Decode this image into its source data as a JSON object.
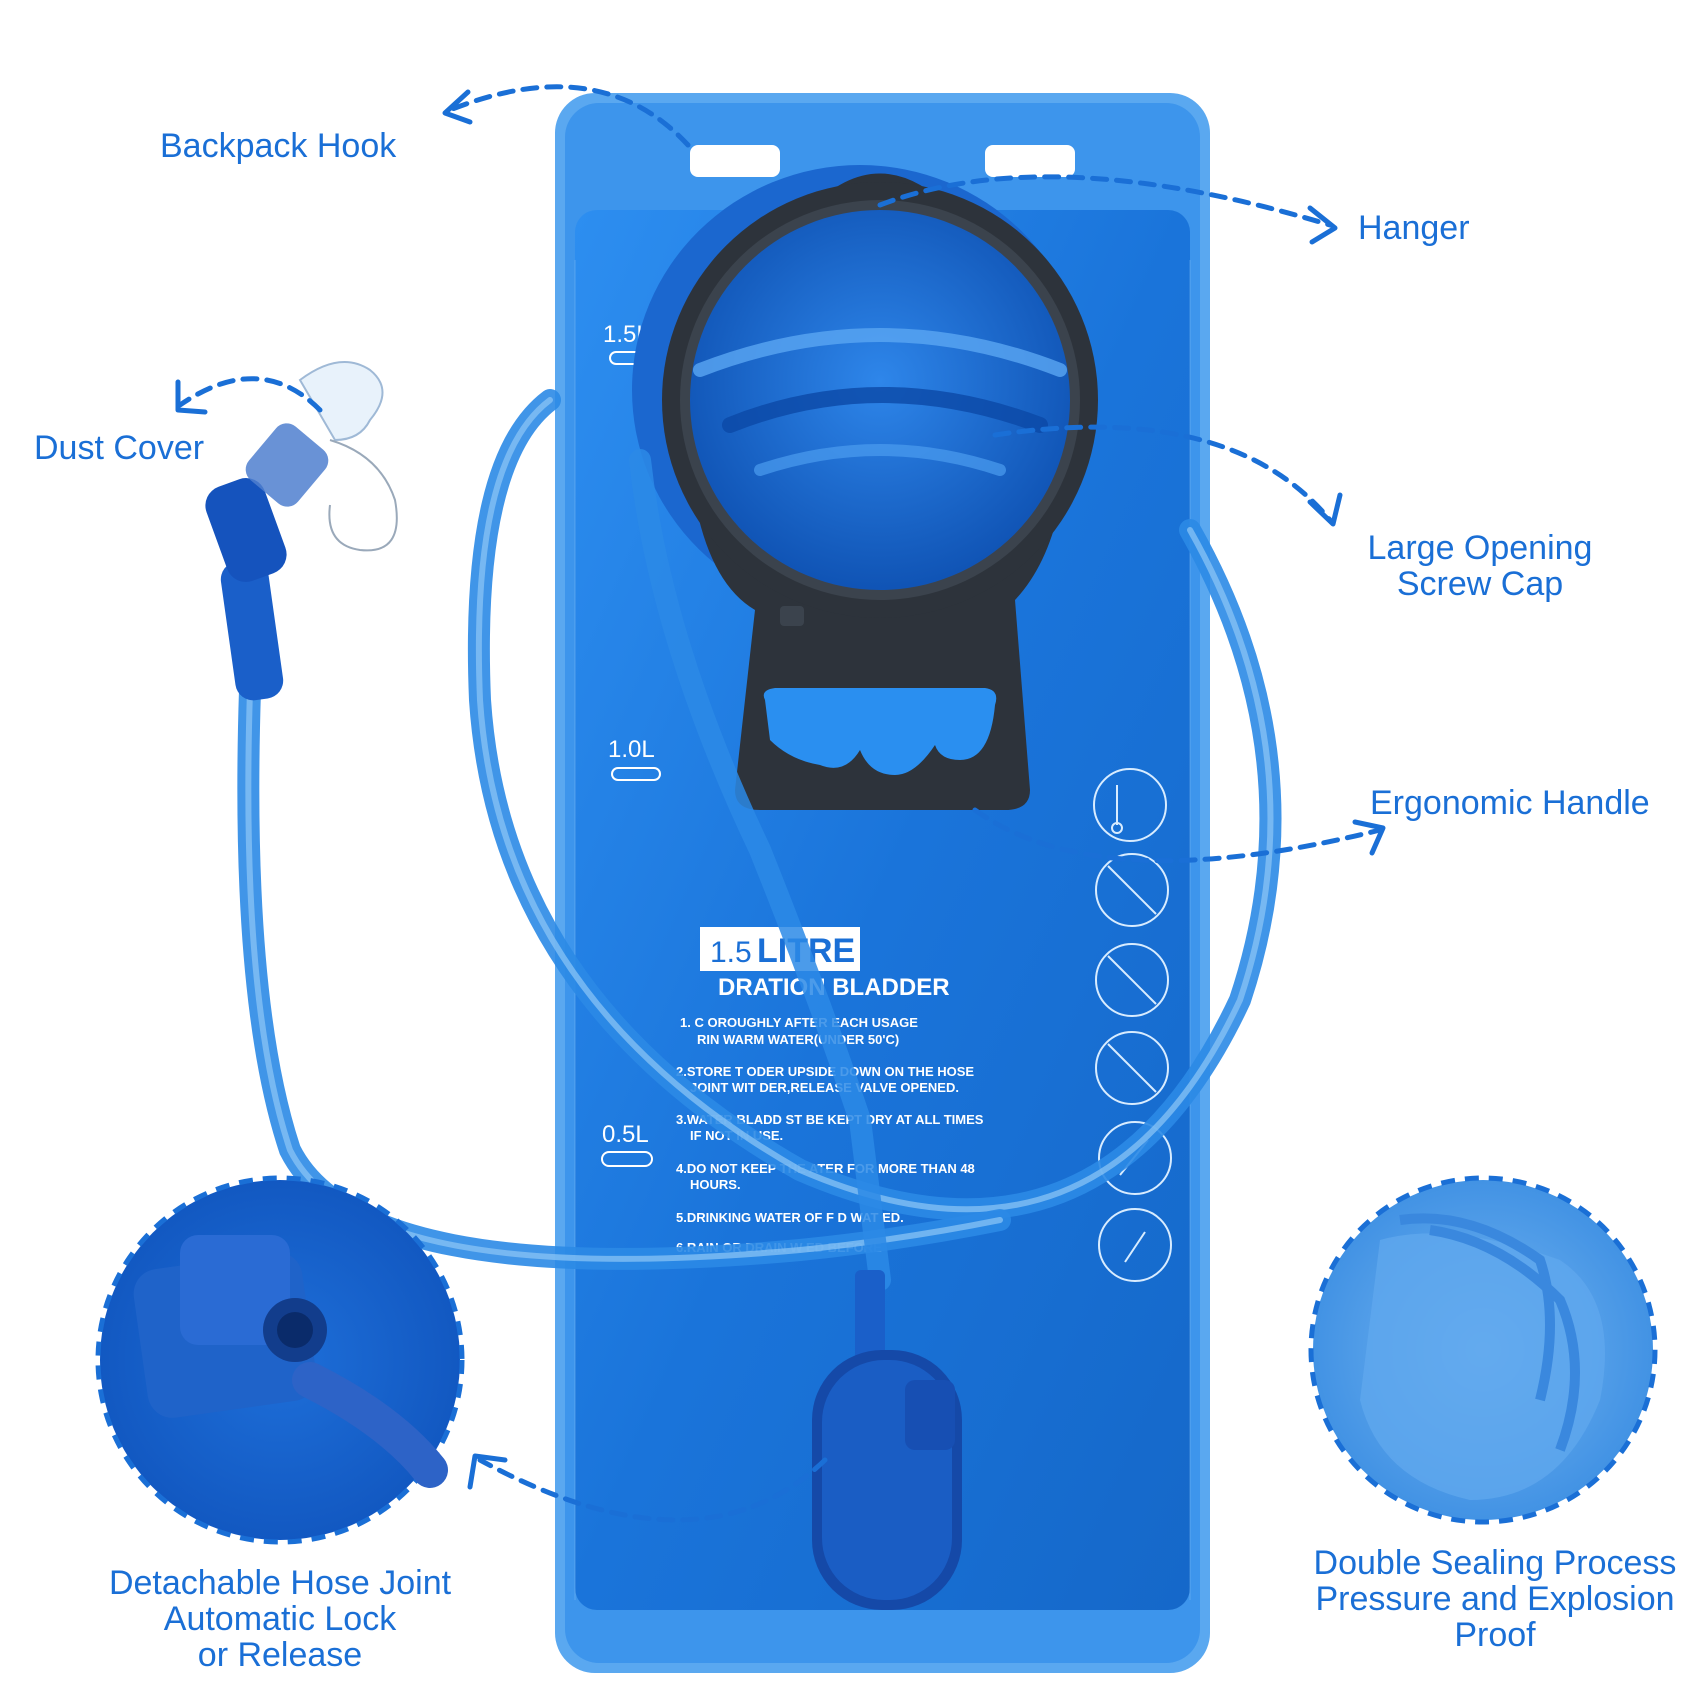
{
  "labels": {
    "backpack_hook": "Backpack Hook",
    "hanger": "Hanger",
    "dust_cover": "Dust Cover",
    "screw_cap": [
      "Large Opening",
      "Screw Cap"
    ],
    "handle": "Ergonomic Handle",
    "hose_joint": [
      "Detachable Hose Joint",
      "Automatic Lock",
      "or Release"
    ],
    "sealing": [
      "Double Sealing Process",
      "Pressure and Explosion",
      "Proof"
    ]
  },
  "bladder": {
    "capacity_number": "1.5",
    "capacity_unit": "LITRE",
    "title": "DRATION BLADDER",
    "marks": [
      "1.5L",
      "1.0L",
      "0.5L"
    ],
    "instructions": [
      [
        "1. C       OROUGHLY AFTER EACH USAGE",
        "RIN        WARM WATER(UNDER 50'C)"
      ],
      [
        "2.STORE T      ODER UPSIDE DOWN ON THE HOSE",
        "JOINT WIT       DER,RELEASE VALVE OPENED."
      ],
      [
        "3.WATER BLADD      ST BE KEPT DRY AT ALL TIMES",
        "IF NOT IN USE."
      ],
      [
        "4.DO NOT KEEP THE         ATER FOR MORE THAN 48",
        "HOURS."
      ],
      [
        "5.DRINKING WATER OF F        D WAT          ED."
      ],
      [
        "6.RAIN OR DRAIN W               ED BEFORE"
      ]
    ]
  },
  "colors": {
    "accent": "#1a6fd6",
    "bladder": "#1f7fe0",
    "bladder_edge": "#6fb4f3",
    "cap": "#2d333b",
    "hose": "#2b8ae6"
  }
}
